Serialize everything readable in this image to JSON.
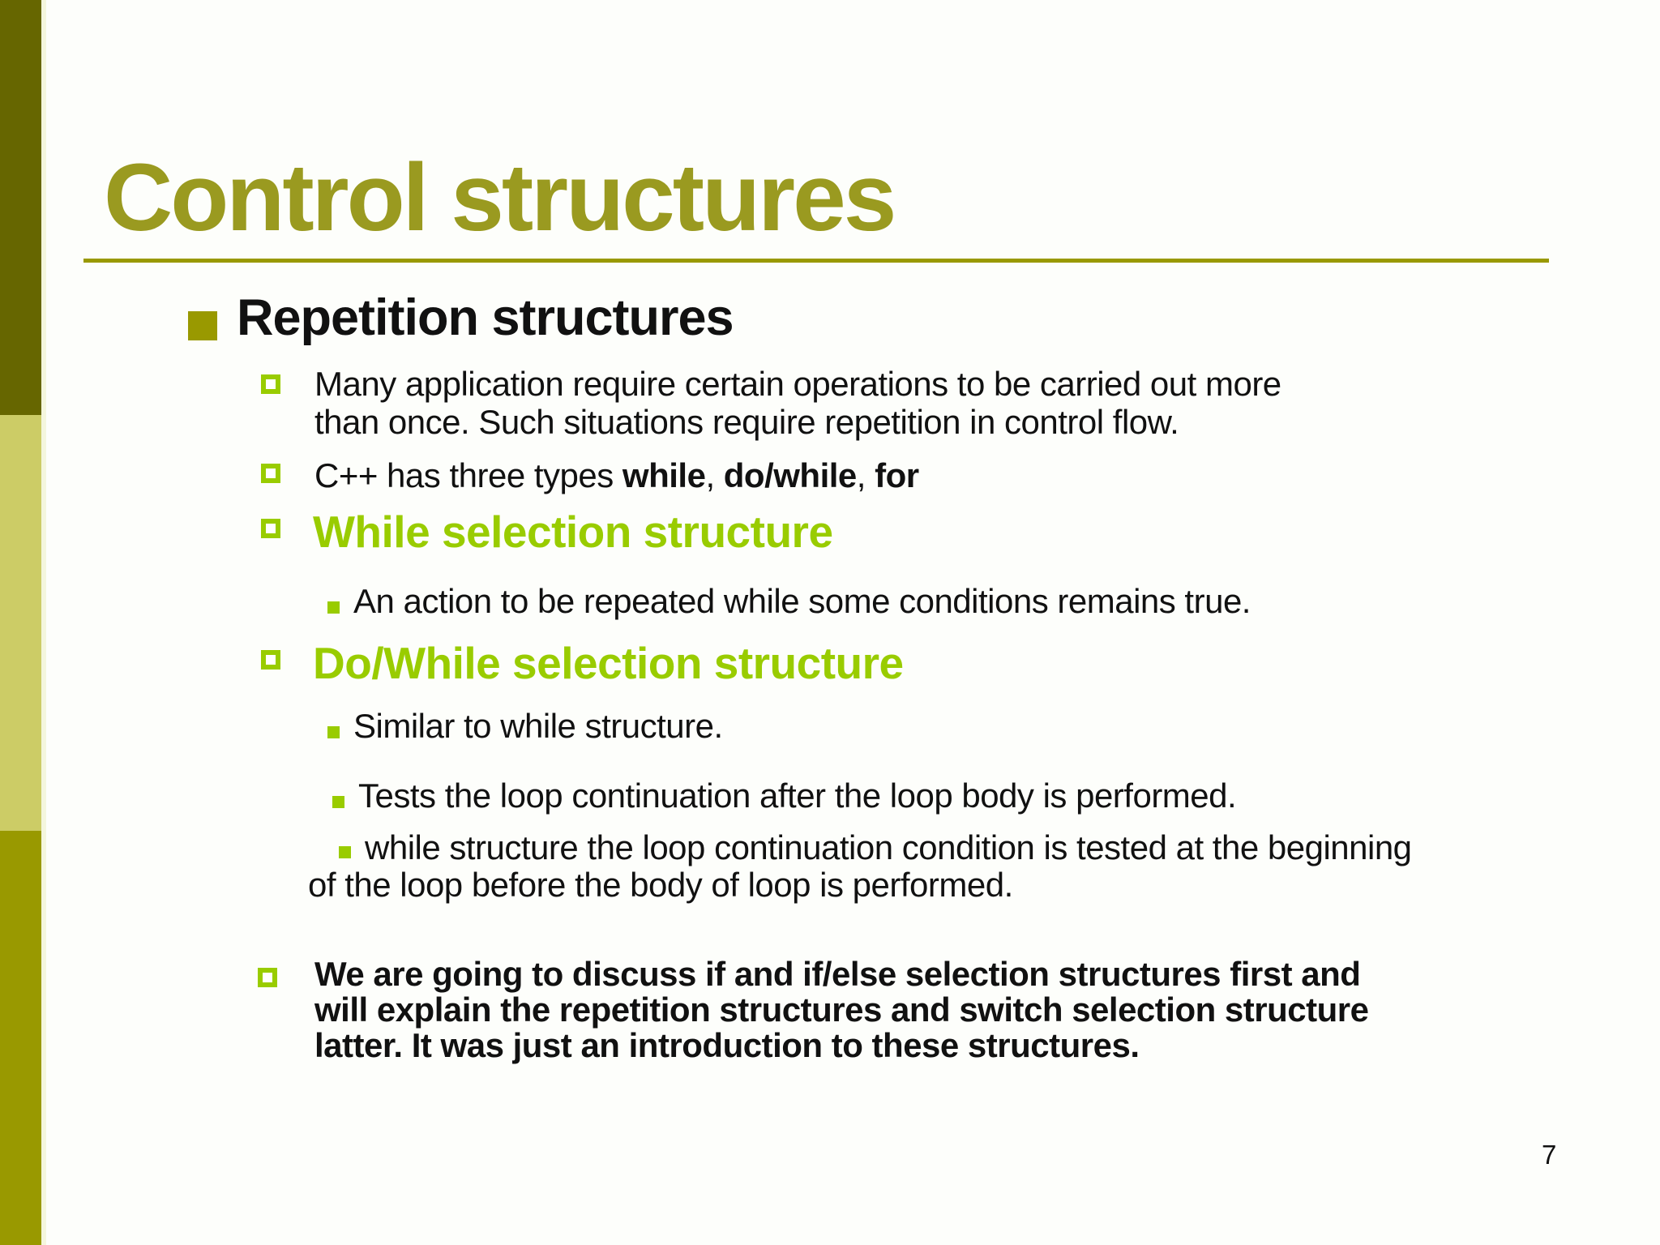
{
  "colors": {
    "sidebar-dark": "#666600",
    "sidebar-light": "#CCCC66",
    "sidebar-medium": "#999900",
    "title-olive": "#9A9A20",
    "rule-olive": "#999900",
    "accent-green": "#99CC00",
    "text-black": "#111111",
    "background": "#FDFEFB"
  },
  "title": {
    "text": "Control structures"
  },
  "slide": {
    "page_number": "7"
  },
  "icons": {
    "level1_bullet": "filled-square",
    "level2_bullet": "hollow-square",
    "level3_bullet": "small-filled-square"
  },
  "content": {
    "heading": "Repetition structures",
    "para_many": {
      "line1": "Many application require certain operations to be carried out more",
      "line2": "than once. Such situations require repetition in control flow."
    },
    "para_types": {
      "prefix": "C++ has three types ",
      "bold1": "while",
      "sep1": ", ",
      "bold2": "do/while",
      "sep2": ", ",
      "bold3": "for"
    },
    "while_heading": "While selection structure",
    "while_point": "An action to be repeated while some conditions remains true.",
    "dowhile_heading": "Do/While selection structure",
    "dowhile_point1": "Similar to while structure.",
    "dowhile_point2": "Tests the loop continuation after the loop body is performed.",
    "dowhile_point3": {
      "line1": "while structure the loop continuation condition is tested at the beginning",
      "line2": "of the loop before the body of loop is performed."
    },
    "closing": {
      "line1": "We are going to discuss if and if/else selection structures first and",
      "line2": "will explain the repetition structures and switch selection structure",
      "line3": "latter. It was just an introduction to these structures."
    }
  }
}
